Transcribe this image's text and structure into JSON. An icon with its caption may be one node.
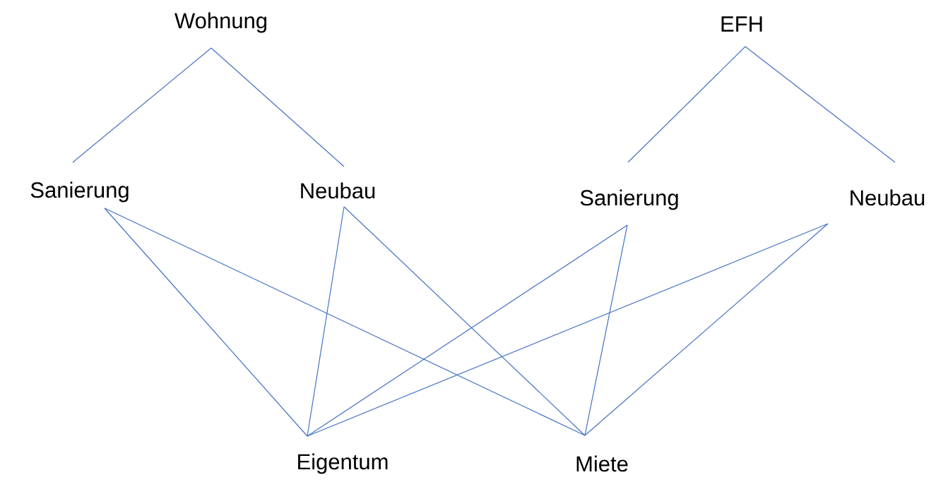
{
  "diagram": {
    "nodes": [
      {
        "text": [
          "Wohnung"
        ]
      },
      {
        "text": [
          "EFH"
        ]
      },
      {
        "text": [
          "Sanierung"
        ]
      },
      {
        "text": [
          "Neubau"
        ]
      },
      {
        "text": [
          "Sanierung"
        ]
      },
      {
        "text": [
          "Neubau"
        ]
      },
      {
        "text": [
          "Eigentum"
        ]
      },
      {
        "text": [
          "Miete"
        ]
      }
    ],
    "edges": [
      {
        "from": 0,
        "to": 2,
        "arrow": "none"
      },
      {
        "from": 0,
        "to": 3,
        "arrow": "none"
      },
      {
        "from": 1,
        "to": 4,
        "arrow": "none"
      },
      {
        "from": 1,
        "to": 5,
        "arrow": "none"
      },
      {
        "from": 2,
        "to": 6,
        "arrow": "none"
      },
      {
        "from": 2,
        "to": 7,
        "arrow": "none"
      },
      {
        "from": 3,
        "to": 6,
        "arrow": "none"
      },
      {
        "from": 3,
        "to": 7,
        "arrow": "none"
      },
      {
        "from": 4,
        "to": 6,
        "arrow": "none"
      },
      {
        "from": 4,
        "to": 7,
        "arrow": "none"
      },
      {
        "from": 5,
        "to": 6,
        "arrow": "none"
      },
      {
        "from": 5,
        "to": 7,
        "arrow": "none"
      }
    ]
  }
}
